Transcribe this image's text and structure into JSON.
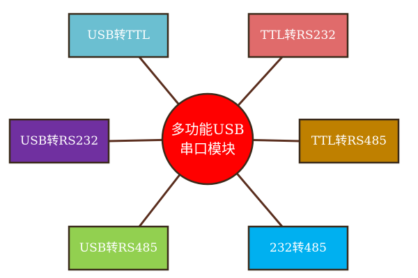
{
  "hub": {
    "line1": "多功能USB",
    "line2": "串口模块",
    "color": "#ff0000"
  },
  "nodes": [
    {
      "id": "usb-ttl",
      "label": "USB转TTL",
      "color": "#6bbfd1",
      "text_color": "#ffffff"
    },
    {
      "id": "ttl-rs232",
      "label": "TTL转RS232",
      "color": "#e06b6b",
      "text_color": "#ffffff"
    },
    {
      "id": "usb-rs232",
      "label": "USB转RS232",
      "color": "#7030a0",
      "text_color": "#ffffff"
    },
    {
      "id": "ttl-rs485",
      "label": "TTL转RS485",
      "color": "#bf8000",
      "text_color": "#ffffff"
    },
    {
      "id": "usb-rs485",
      "label": "USB转RS485",
      "color": "#92d050",
      "text_color": "#ffffff"
    },
    {
      "id": "232-485",
      "label": "232转485",
      "color": "#00b0f0",
      "text_color": "#ffffff"
    }
  ],
  "line_color": "#5a2e1e"
}
